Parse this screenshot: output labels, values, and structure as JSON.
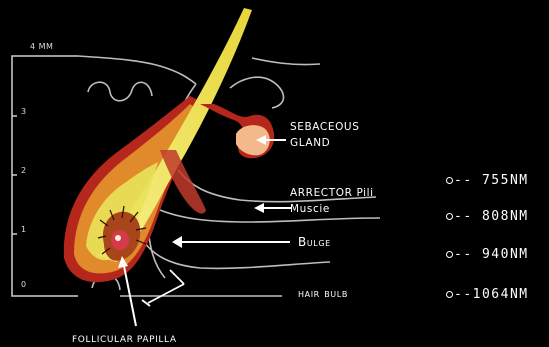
{
  "scale": {
    "unit_label": "4 MM",
    "ticks": [
      "3",
      "2",
      "1",
      "0"
    ]
  },
  "labels": {
    "sebaceous_line1": "SEBACEOUS",
    "sebaceous_line2": "GLAND",
    "arrector_line1": "ARRECTOR Pili",
    "arrector_line2": "Muscie",
    "bulge": "Bulge",
    "hair_bulb": "hair bulb",
    "follicular_papilla": "FOLLICULAR PAPILLA"
  },
  "wavelengths": [
    {
      "prefix": "-- ",
      "value": "755NM"
    },
    {
      "prefix": "-- ",
      "value": "808NM"
    },
    {
      "prefix": "-- ",
      "value": "940NM"
    },
    {
      "prefix": "--",
      "value": "1064NM"
    }
  ],
  "colors": {
    "background": "#000000",
    "hair_shaft": "#f2e84a",
    "follicle_outer": "#b5271c",
    "follicle_mid": "#e08a2c",
    "gland": "#f4b98a",
    "outline": "#bfbfbf"
  }
}
